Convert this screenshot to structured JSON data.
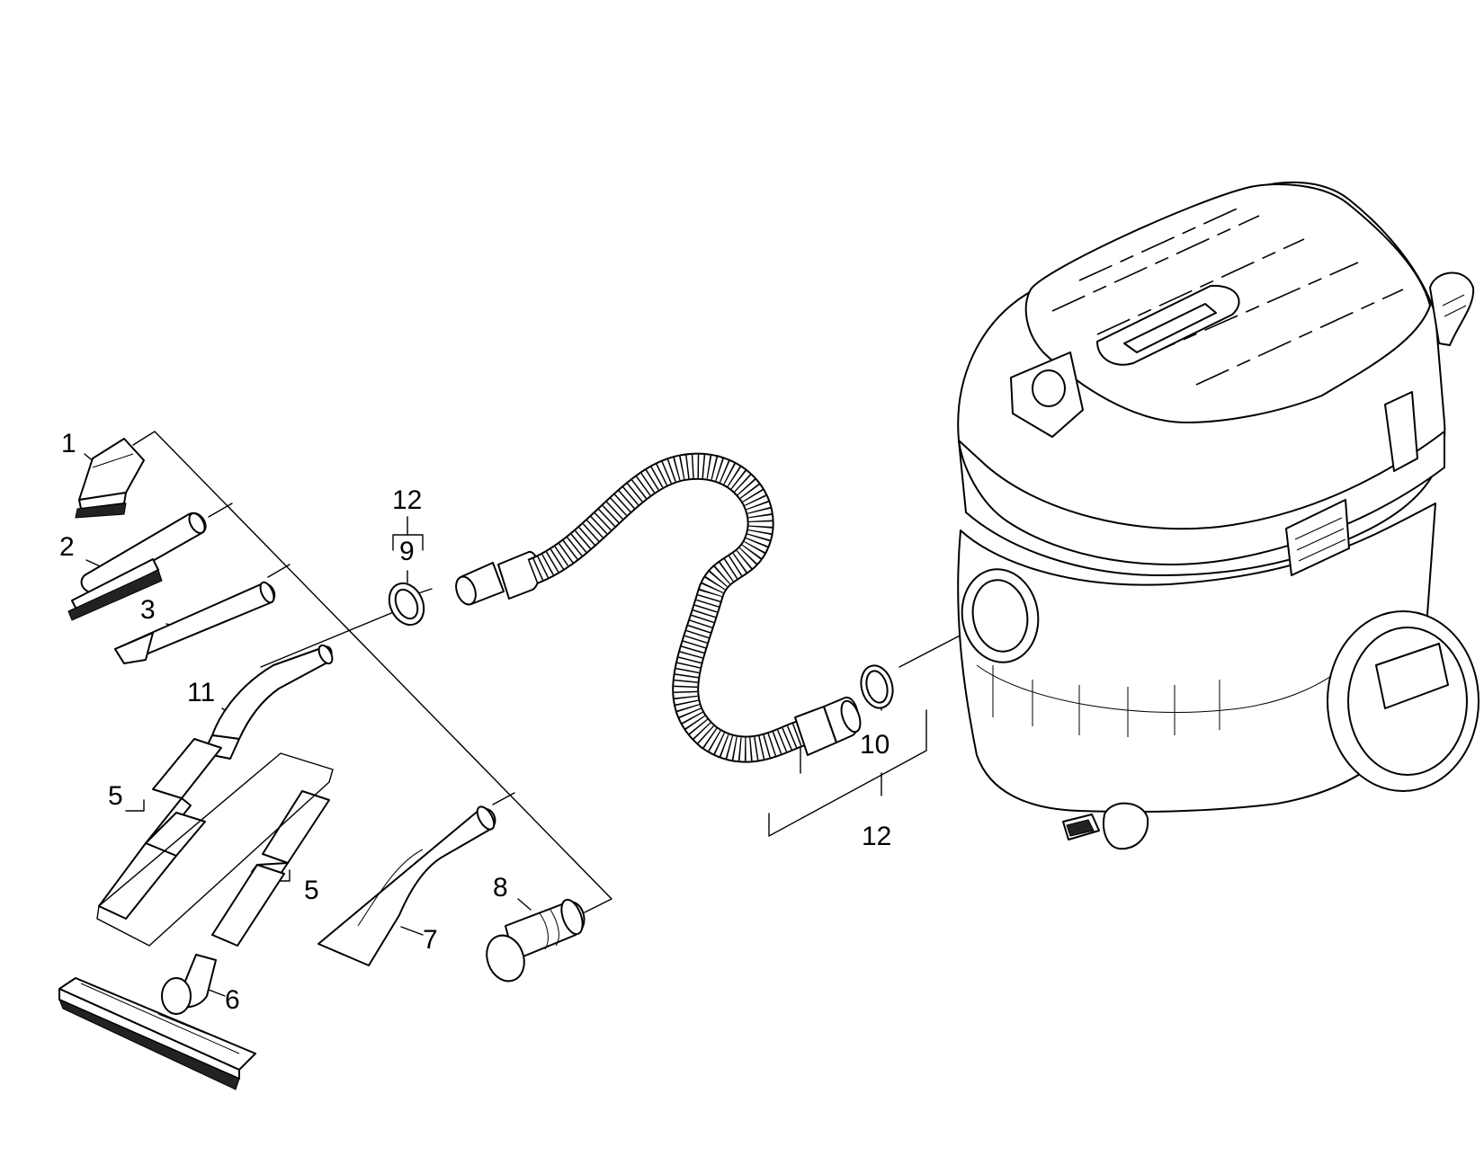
{
  "labels": {
    "l1": "1",
    "l2": "2",
    "l3": "3",
    "l5a": "5",
    "l5b": "5",
    "l6": "6",
    "l7": "7",
    "l8": "8",
    "l9": "9",
    "l10": "10",
    "l11": "11",
    "l12a": "12",
    "l12b": "12"
  }
}
